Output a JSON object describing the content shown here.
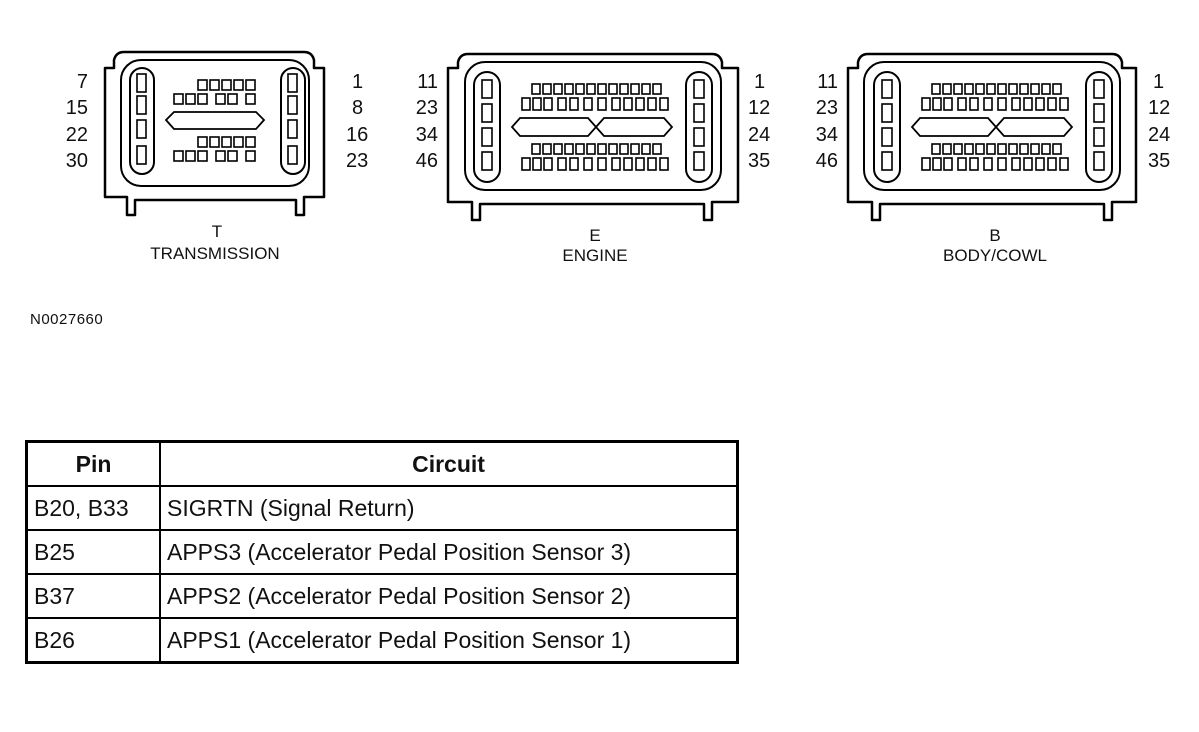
{
  "connectors": [
    {
      "letter": "T",
      "name": "TRANSMISSION",
      "left_pins": [
        "7",
        "15",
        "22",
        "30"
      ],
      "right_pins": [
        "1",
        "8",
        "16",
        "23"
      ]
    },
    {
      "letter": "E",
      "name": "ENGINE",
      "left_pins": [
        "11",
        "23",
        "34",
        "46"
      ],
      "right_pins": [
        "1",
        "12",
        "24",
        "35"
      ]
    },
    {
      "letter": "B",
      "name": "BODY/COWL",
      "left_pins": [
        "11",
        "23",
        "34",
        "46"
      ],
      "right_pins": [
        "1",
        "12",
        "24",
        "35"
      ]
    }
  ],
  "figure_code": "N0027660",
  "table": {
    "headers": {
      "pin": "Pin",
      "circuit": "Circuit"
    },
    "rows": [
      {
        "pin": "B20, B33",
        "circuit": "SIGRTN (Signal Return)"
      },
      {
        "pin": "B25",
        "circuit": "APPS3 (Accelerator Pedal Position Sensor 3)"
      },
      {
        "pin": "B37",
        "circuit": "APPS2 (Accelerator Pedal Position Sensor 2)"
      },
      {
        "pin": "B26",
        "circuit": "APPS1 (Accelerator Pedal Position Sensor 1)"
      }
    ]
  }
}
